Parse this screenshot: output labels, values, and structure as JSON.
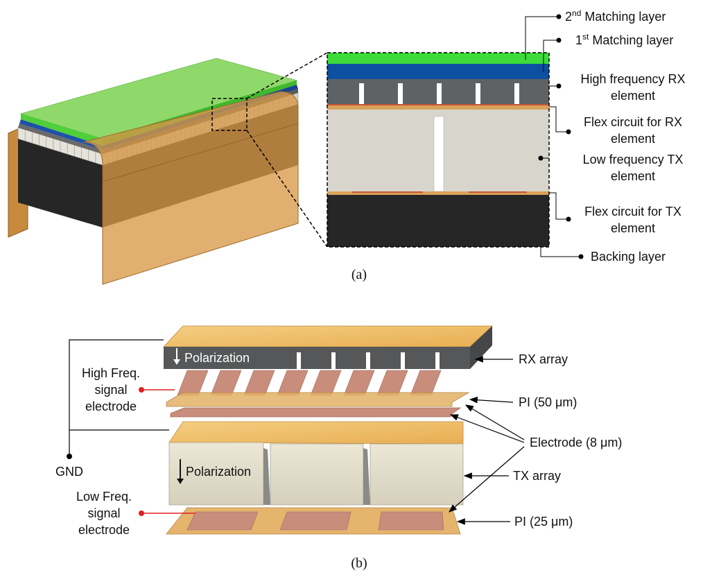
{
  "panel_a": {
    "caption": "(a)",
    "labels": {
      "matching2_pre": "2",
      "matching2_sup": "nd",
      "matching2_post": " Matching layer",
      "matching1_pre": "1",
      "matching1_sup": "st",
      "matching1_post": " Matching layer",
      "hf_rx_l1": "High frequency RX",
      "hf_rx_l2": "element",
      "flex_rx_l1": "Flex circuit for RX",
      "flex_rx_l2": "element",
      "lf_tx_l1": "Low frequency TX",
      "lf_tx_l2": "element",
      "flex_tx_l1": "Flex circuit for TX",
      "flex_tx_l2": "element",
      "backing": "Backing layer"
    },
    "colors": {
      "matching2": "#3ddc3a",
      "matching1": "#0d4fa0",
      "rx_element": "#5f6264",
      "tx_element": "#d8d6cc",
      "flex": "#d9a25b",
      "backing": "#262626"
    }
  },
  "panel_b": {
    "caption": "(b)",
    "labels": {
      "rx_array": "RX array",
      "pi_50": "PI (50 μm)",
      "electrode_8": "Electrode (8 μm)",
      "tx_array": "TX array",
      "pi_25": "PI (25 μm)",
      "gnd": "GND",
      "hf_l1": "High Freq.",
      "hf_l2": "signal",
      "hf_l3": "electrode",
      "lf_l1": "Low Freq.",
      "lf_l2": "signal",
      "lf_l3": "electrode",
      "polarization_top": "Polarization",
      "polarization_bottom": "Polarization"
    },
    "colors": {
      "signal_line": "#e02020",
      "electrode": "#c98d7c"
    }
  }
}
